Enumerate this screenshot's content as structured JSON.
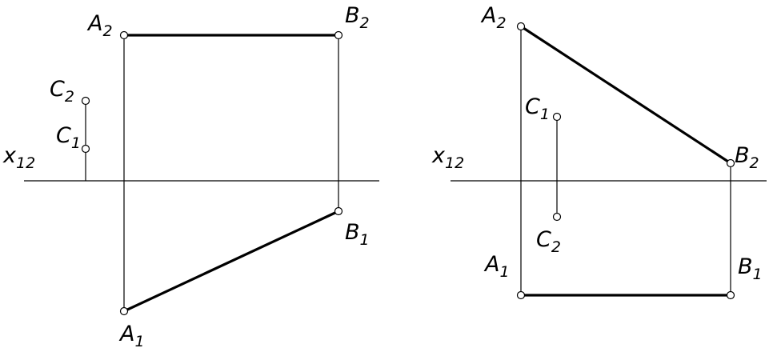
{
  "left_view": {
    "axis_label": {
      "main": "x",
      "sub": "12"
    },
    "labels": {
      "A2": {
        "main": "A",
        "sub": "2"
      },
      "B2": {
        "main": "B",
        "sub": "2"
      },
      "C2": {
        "main": "C",
        "sub": "2"
      },
      "C1": {
        "main": "C",
        "sub": "1"
      },
      "B1": {
        "main": "B",
        "sub": "1"
      },
      "A1": {
        "main": "A",
        "sub": "1"
      }
    }
  },
  "right_view": {
    "axis_label": {
      "main": "x",
      "sub": "12"
    },
    "labels": {
      "A2": {
        "main": "A",
        "sub": "2"
      },
      "B2": {
        "main": "B",
        "sub": "2"
      },
      "C1": {
        "main": "C",
        "sub": "1"
      },
      "C2": {
        "main": "C",
        "sub": "2"
      },
      "A1": {
        "main": "A",
        "sub": "1"
      },
      "B1": {
        "main": "B",
        "sub": "1"
      }
    }
  }
}
